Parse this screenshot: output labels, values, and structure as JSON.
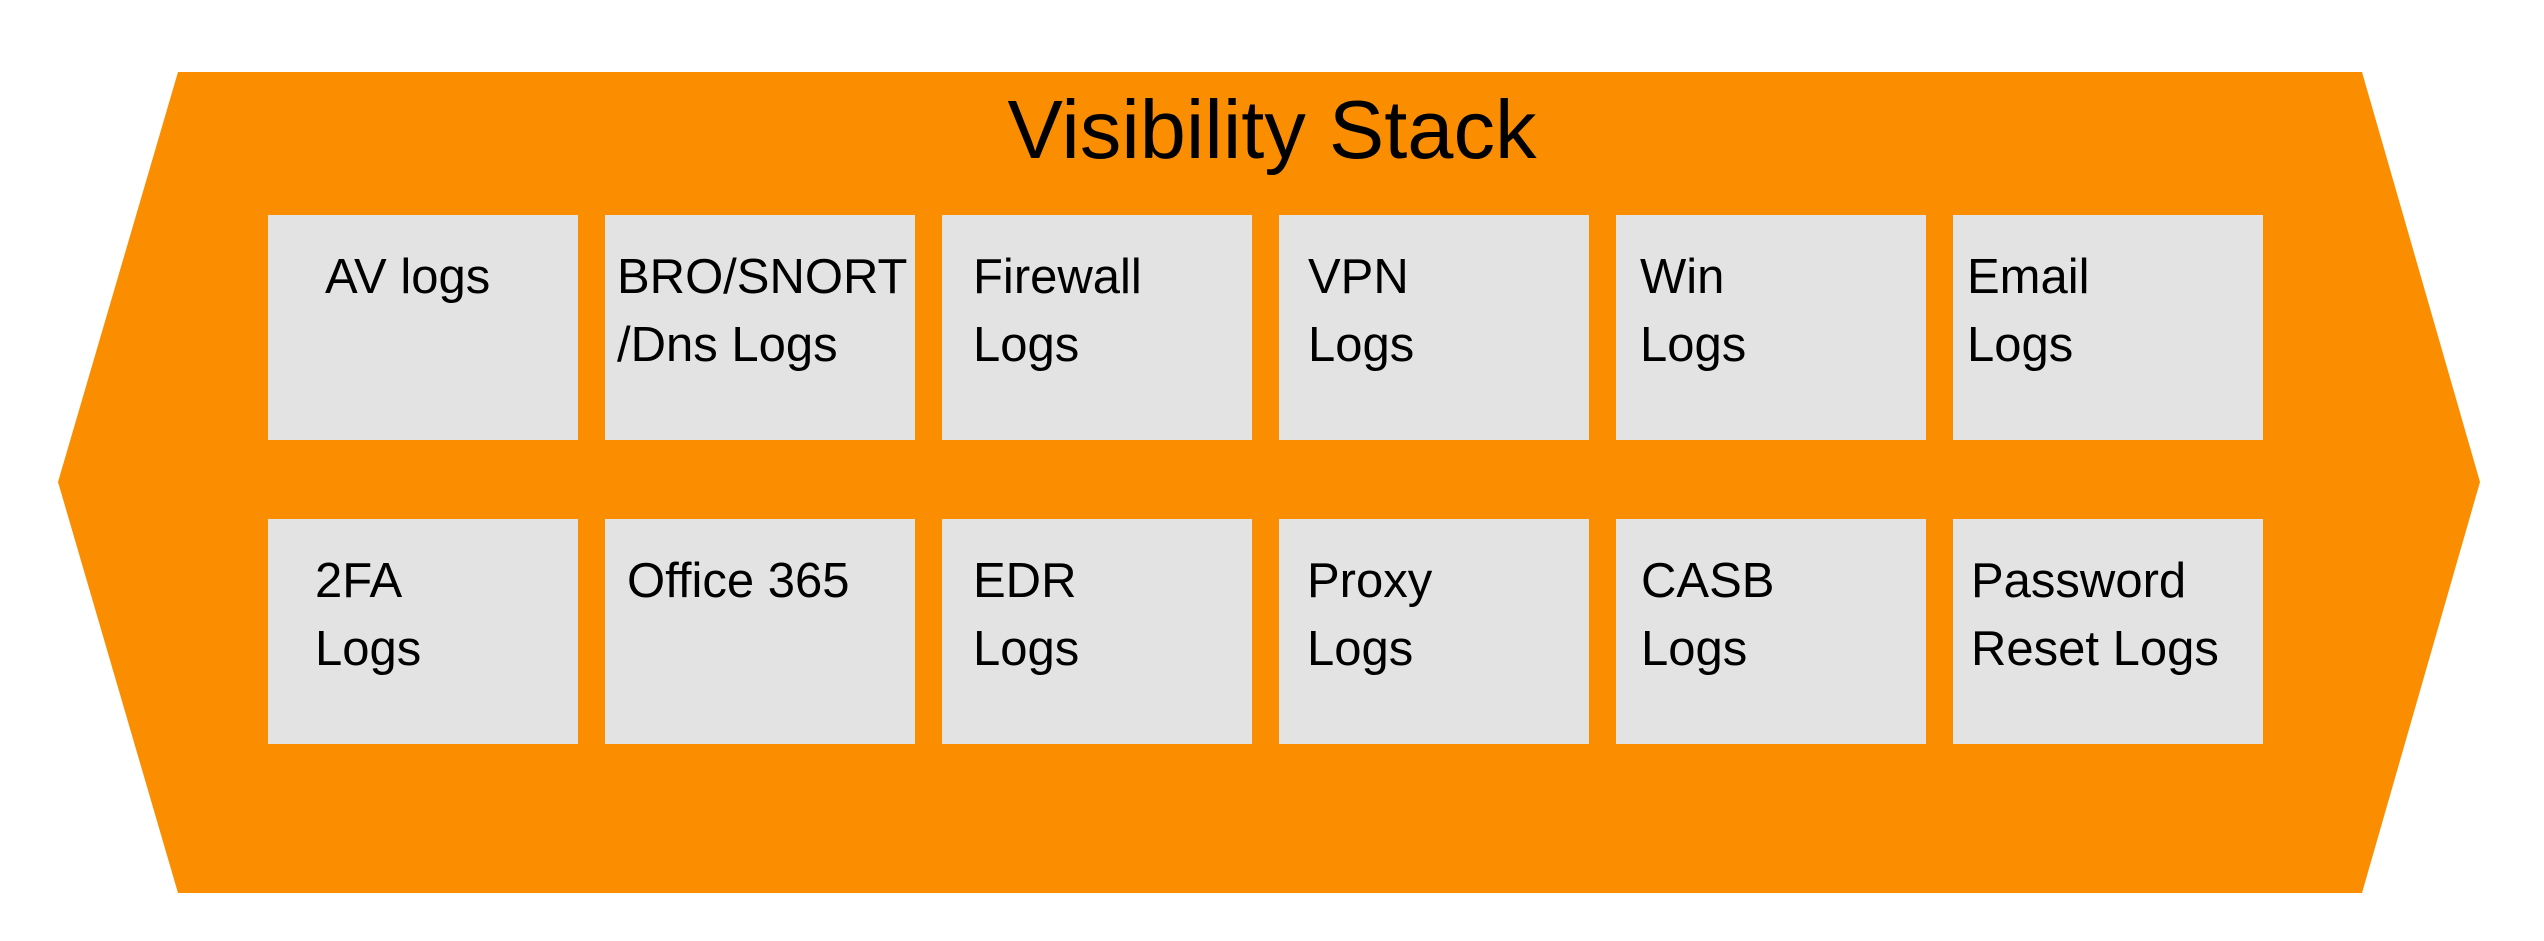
{
  "title": "Visibility Stack",
  "colors": {
    "shape": "#FB8E00",
    "box_background": "#E3E3E3",
    "text": "#000000",
    "page_background": "#FFFFFF"
  },
  "boxes": [
    {
      "label": "AV logs"
    },
    {
      "label": "BRO/SNORT\n/Dns Logs"
    },
    {
      "label": "Firewall\nLogs"
    },
    {
      "label": "VPN\nLogs"
    },
    {
      "label": "Win\nLogs"
    },
    {
      "label": "Email\nLogs"
    },
    {
      "label": "2FA\nLogs"
    },
    {
      "label": "Office 365"
    },
    {
      "label": "EDR\nLogs"
    },
    {
      "label": "Proxy\nLogs"
    },
    {
      "label": "CASB\nLogs"
    },
    {
      "label": "Password\nReset Logs"
    }
  ]
}
